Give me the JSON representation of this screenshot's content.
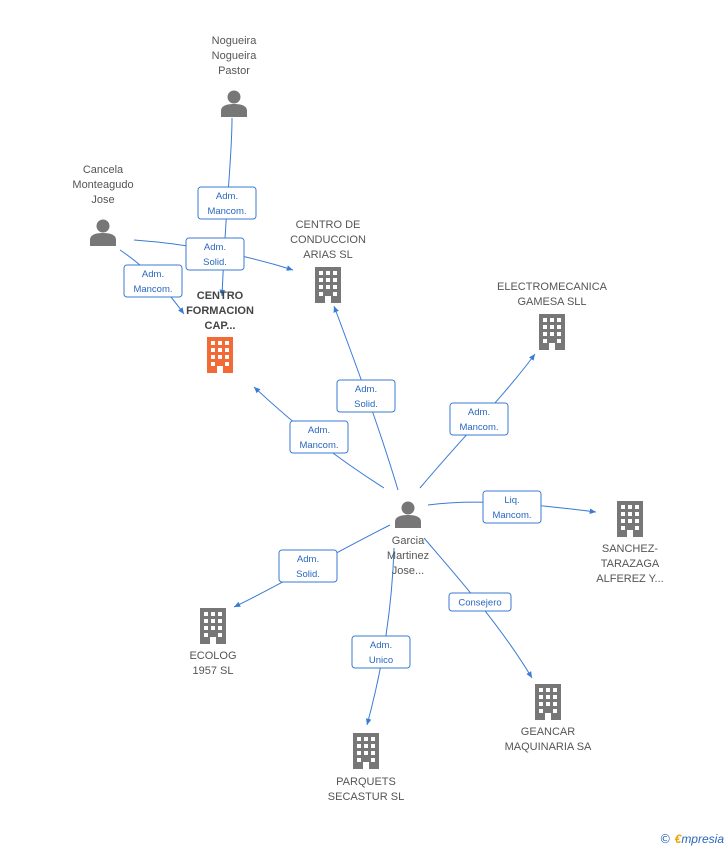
{
  "colors": {
    "edge": "#3a7bd5",
    "node": "#777777",
    "highlight": "#f26a35"
  },
  "nodes": [
    {
      "id": "nogueira",
      "type": "person",
      "label": [
        "Nogueira",
        "Nogueira",
        "Pastor"
      ]
    },
    {
      "id": "cancela",
      "type": "person",
      "label": [
        "Cancela",
        "Monteagudo",
        "Jose"
      ]
    },
    {
      "id": "centro_formacion",
      "type": "company",
      "highlight": true,
      "label": [
        "CENTRO",
        "FORMACION",
        "CAP..."
      ]
    },
    {
      "id": "centro_conduccion",
      "type": "company",
      "label": [
        "CENTRO DE",
        "CONDUCCION",
        "ARIAS SL"
      ]
    },
    {
      "id": "electromecanica",
      "type": "company",
      "label": [
        "ELECTROMECANICA",
        "GAMESA SLL"
      ]
    },
    {
      "id": "garcia",
      "type": "person",
      "label": [
        "Garcia",
        "Martinez",
        "Jose..."
      ]
    },
    {
      "id": "sanchez",
      "type": "company",
      "label": [
        "SANCHEZ-",
        "TARAZAGA",
        "ALFEREZ Y..."
      ]
    },
    {
      "id": "ecolog",
      "type": "company",
      "label": [
        "ECOLOG",
        "1957 SL"
      ]
    },
    {
      "id": "parquets",
      "type": "company",
      "label": [
        "PARQUETS",
        "SECASTUR SL"
      ]
    },
    {
      "id": "geancar",
      "type": "company",
      "label": [
        "GEANCAR",
        "MAQUINARIA SA"
      ]
    }
  ],
  "edges": [
    {
      "from": "nogueira",
      "to": "centro_formacion",
      "label": [
        "Adm.",
        "Mancom."
      ]
    },
    {
      "from": "cancela",
      "to": "centro_conduccion",
      "label": [
        "Adm.",
        "Solid."
      ]
    },
    {
      "from": "cancela",
      "to": "centro_formacion",
      "label": [
        "Adm.",
        "Mancom."
      ]
    },
    {
      "from": "garcia",
      "to": "centro_formacion",
      "label": [
        "Adm.",
        "Mancom."
      ]
    },
    {
      "from": "garcia",
      "to": "centro_conduccion",
      "label": [
        "Adm.",
        "Solid."
      ]
    },
    {
      "from": "garcia",
      "to": "electromecanica",
      "label": [
        "Adm.",
        "Mancom."
      ]
    },
    {
      "from": "garcia",
      "to": "sanchez",
      "label": [
        "Liq.",
        "Mancom."
      ]
    },
    {
      "from": "garcia",
      "to": "ecolog",
      "label": [
        "Adm.",
        "Solid."
      ]
    },
    {
      "from": "garcia",
      "to": "parquets",
      "label": [
        "Adm.",
        "Unico"
      ]
    },
    {
      "from": "garcia",
      "to": "geancar",
      "label": [
        "Consejero"
      ]
    }
  ],
  "footer": {
    "copyright": "©",
    "brand_e": "€",
    "brand_rest": "mpresia"
  }
}
